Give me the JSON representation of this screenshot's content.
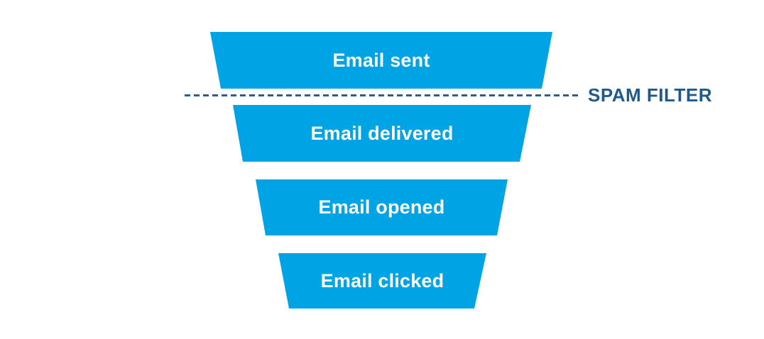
{
  "funnel": {
    "stages": [
      {
        "label": "Email sent"
      },
      {
        "label": "Email delivered"
      },
      {
        "label": "Email opened"
      },
      {
        "label": "Email clicked"
      }
    ]
  },
  "annotation": {
    "label": "SPAM FILTER"
  },
  "colors": {
    "funnel_fill": "#00a4e4",
    "stage_text": "#ffffff",
    "annotation_text": "#1f5a8b",
    "dashed_line": "#2e5e8e",
    "background": "#ffffff"
  }
}
